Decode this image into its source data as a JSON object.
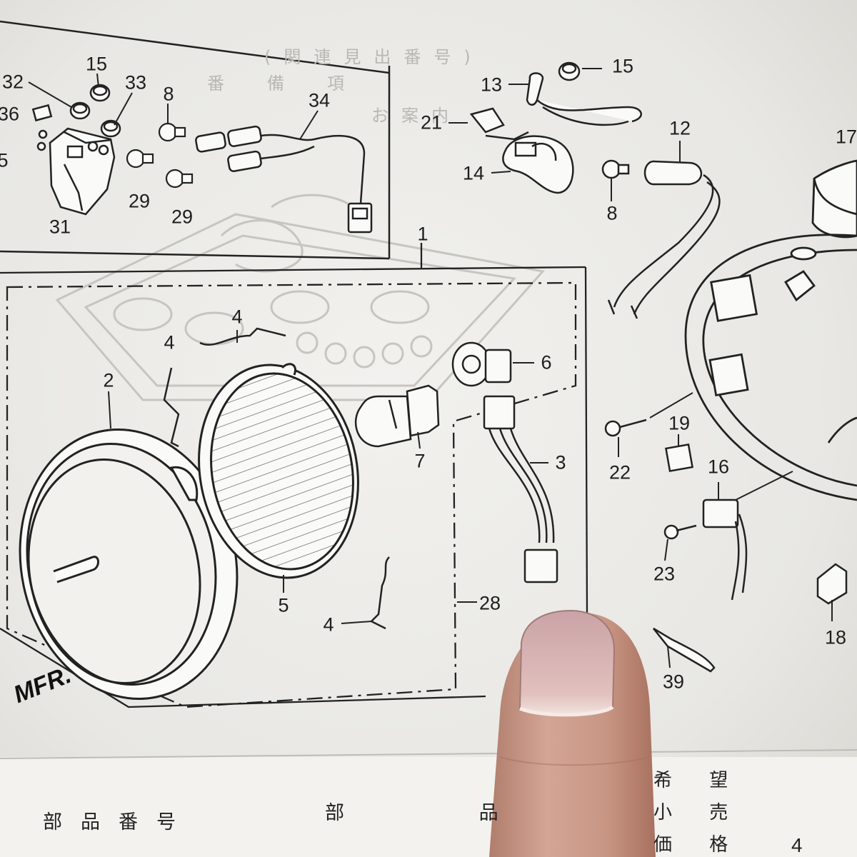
{
  "callouts": [
    {
      "id": "c-32-a",
      "text": "32"
    },
    {
      "id": "c-15-a",
      "text": "15"
    },
    {
      "id": "c-33",
      "text": "33"
    },
    {
      "id": "c-8-a",
      "text": "8"
    },
    {
      "id": "c-34",
      "text": "34"
    },
    {
      "id": "c-36",
      "text": "36"
    },
    {
      "id": "c-5-a",
      "text": "5"
    },
    {
      "id": "c-29-a",
      "text": "29"
    },
    {
      "id": "c-29-b",
      "text": "29"
    },
    {
      "id": "c-31",
      "text": "31"
    },
    {
      "id": "c-13",
      "text": "13"
    },
    {
      "id": "c-15-b",
      "text": "15"
    },
    {
      "id": "c-21",
      "text": "21"
    },
    {
      "id": "c-14",
      "text": "14"
    },
    {
      "id": "c-12",
      "text": "12"
    },
    {
      "id": "c-8-b",
      "text": "8"
    },
    {
      "id": "c-17",
      "text": "17"
    },
    {
      "id": "c-1",
      "text": "1"
    },
    {
      "id": "c-4-a",
      "text": "4"
    },
    {
      "id": "c-4-b",
      "text": "4"
    },
    {
      "id": "c-2",
      "text": "2"
    },
    {
      "id": "c-6",
      "text": "6"
    },
    {
      "id": "c-7",
      "text": "7"
    },
    {
      "id": "c-3",
      "text": "3"
    },
    {
      "id": "c-5-b",
      "text": "5"
    },
    {
      "id": "c-4-c",
      "text": "4"
    },
    {
      "id": "c-28",
      "text": "28"
    },
    {
      "id": "c-19",
      "text": "19"
    },
    {
      "id": "c-22",
      "text": "22"
    },
    {
      "id": "c-16",
      "text": "16"
    },
    {
      "id": "c-23",
      "text": "23"
    },
    {
      "id": "c-18",
      "text": "18"
    },
    {
      "id": "c-39",
      "text": "39"
    }
  ],
  "header_ghost": {
    "line1": "(関連見出番号)",
    "line2": "番　備　項",
    "line3": "お案内"
  },
  "footer": {
    "part_number": "部品番号",
    "part_name": "部 品",
    "retail": "希 望",
    "small": "小 売",
    "price": "価 格",
    "page_num": "4",
    "mfr": "MFR."
  },
  "colors": {
    "paper": "#efeeea",
    "ink": "#1e1e1e",
    "ghost_print": "#b9b8b4",
    "thumb": "#c79a8a"
  }
}
